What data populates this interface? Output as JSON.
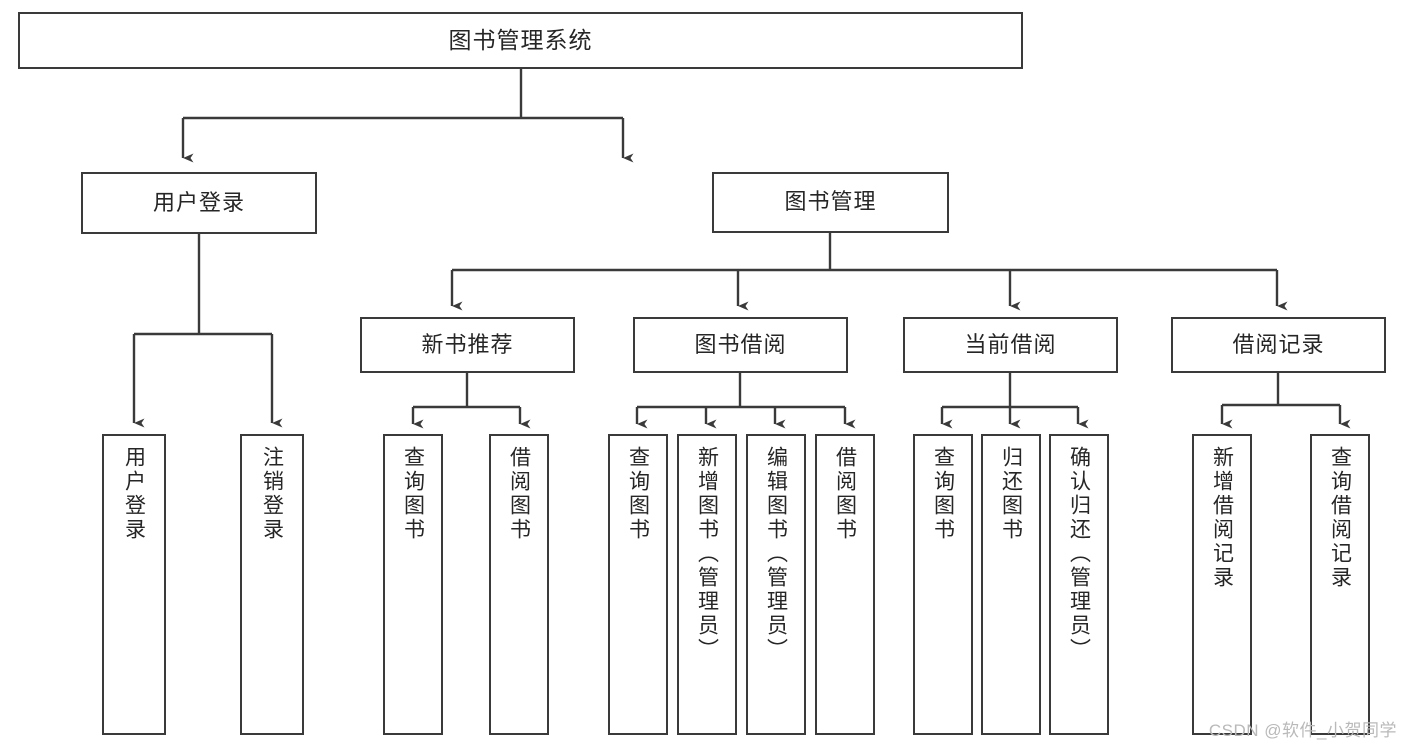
{
  "diagram": {
    "type": "tree-hierarchy",
    "title": "图书管理系统",
    "root": {
      "id": "root",
      "label": "图书管理系统"
    },
    "level2": [
      {
        "id": "user-login",
        "label": "用户登录"
      },
      {
        "id": "book-management",
        "label": "图书管理"
      }
    ],
    "level3": [
      {
        "id": "new-book-recommend",
        "label": "新书推荐",
        "parent": "book-management"
      },
      {
        "id": "book-borrow",
        "label": "图书借阅",
        "parent": "book-management"
      },
      {
        "id": "current-borrow",
        "label": "当前借阅",
        "parent": "book-management"
      },
      {
        "id": "borrow-record",
        "label": "借阅记录",
        "parent": "book-management"
      }
    ],
    "leaves": {
      "user_login": [
        {
          "id": "leaf-user-login",
          "label": "用户登录"
        },
        {
          "id": "leaf-logout",
          "label": "注销登录"
        }
      ],
      "new_book_recommend": [
        {
          "id": "leaf-query-book-1",
          "label": "查询图书"
        },
        {
          "id": "leaf-borrow-book-1",
          "label": "借阅图书"
        }
      ],
      "book_borrow": [
        {
          "id": "leaf-query-book-2",
          "label": "查询图书"
        },
        {
          "id": "leaf-add-book",
          "label": "新增图书（管理员）"
        },
        {
          "id": "leaf-edit-book",
          "label": "编辑图书（管理员）"
        },
        {
          "id": "leaf-borrow-book-2",
          "label": "借阅图书"
        }
      ],
      "current_borrow": [
        {
          "id": "leaf-query-book-3",
          "label": "查询图书"
        },
        {
          "id": "leaf-return-book",
          "label": "归还图书"
        },
        {
          "id": "leaf-confirm-return",
          "label": "确认归还（管理员）"
        }
      ],
      "borrow_record": [
        {
          "id": "leaf-add-record",
          "label": "新增借阅记录"
        },
        {
          "id": "leaf-query-record",
          "label": "查询借阅记录"
        }
      ]
    },
    "watermark": "CSDN @软件_小贺同学",
    "colors": {
      "stroke": "#3a3a3a",
      "text": "#262626",
      "background": "#ffffff",
      "watermark": "#b9b9b9"
    }
  }
}
